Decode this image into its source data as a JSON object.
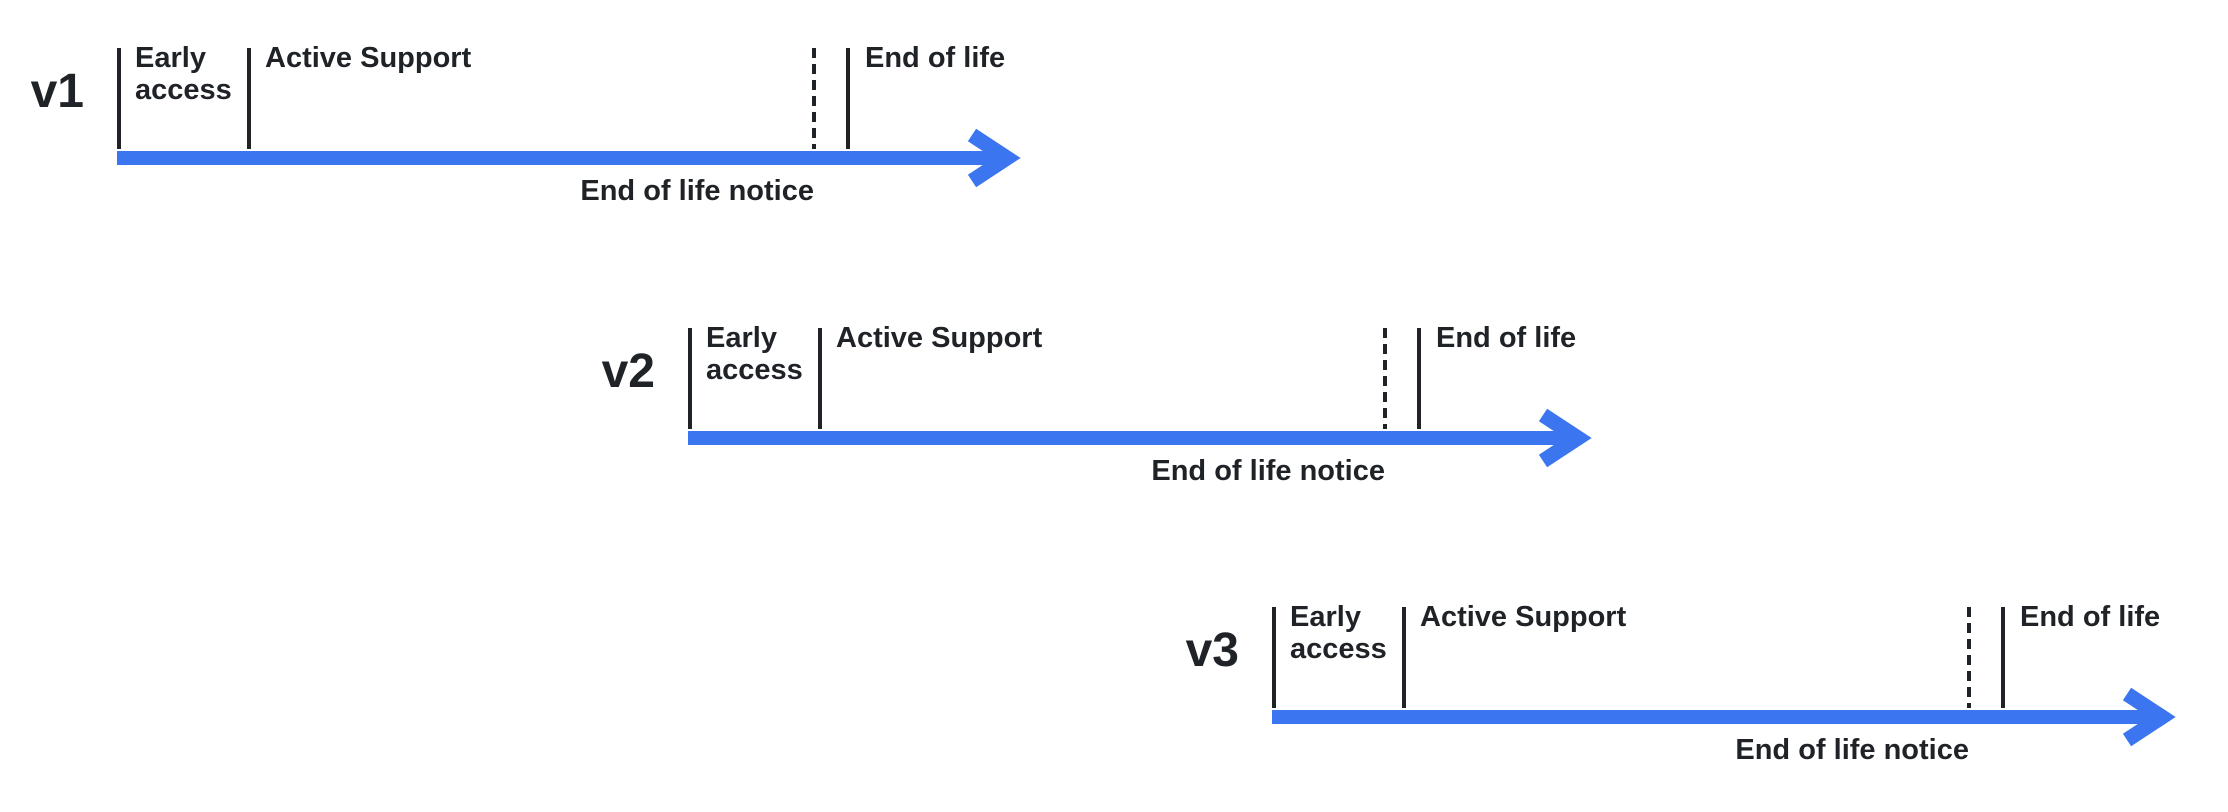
{
  "colors": {
    "arrow_blue": "#3b76f0",
    "text_dark": "#1f2327"
  },
  "timelines": [
    {
      "version": "v1",
      "early_access": "Early access",
      "active_support": "Active Support",
      "end_of_life": "End of life",
      "end_of_life_notice": "End of life notice"
    },
    {
      "version": "v2",
      "early_access": "Early access",
      "active_support": "Active Support",
      "end_of_life": "End of life",
      "end_of_life_notice": "End of life notice"
    },
    {
      "version": "v3",
      "early_access": "Early access",
      "active_support": "Active Support",
      "end_of_life": "End of life",
      "end_of_life_notice": "End of life notice"
    }
  ]
}
